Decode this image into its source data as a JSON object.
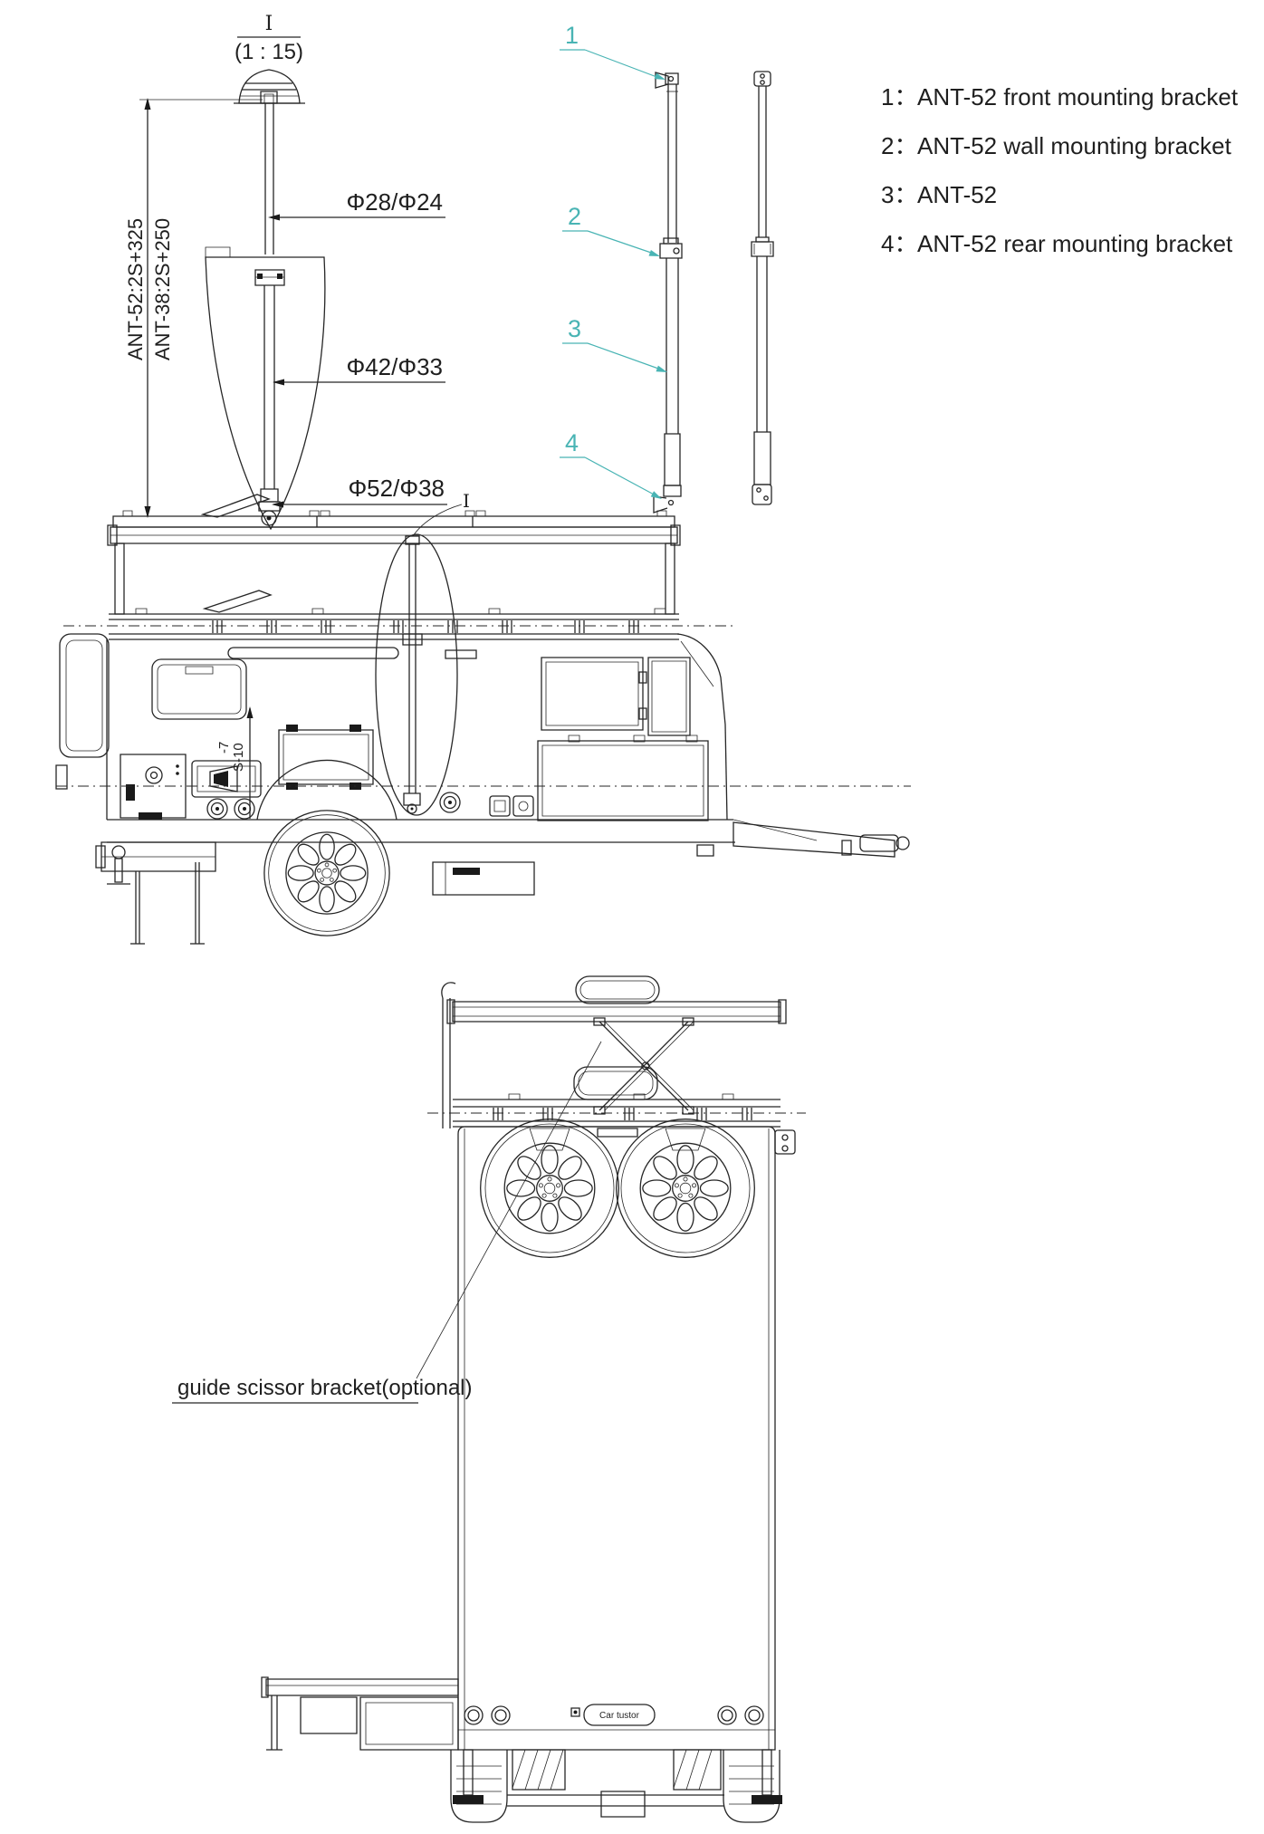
{
  "colors": {
    "line": "#262626",
    "callout_accent": "#49b4b4",
    "background": "#ffffff"
  },
  "detail_view": {
    "section_ref": "I",
    "scale": "(1 : 15)",
    "dim_outer": "ANT-52:2S+325",
    "dim_inner": "ANT-38:2S+250",
    "dia_top": "Φ28/Φ24",
    "dia_mid": "Φ42/Φ33",
    "dia_bottom": "Φ52/Φ38"
  },
  "callouts": {
    "c1": "1",
    "c2": "2",
    "c3": "3",
    "c4": "4"
  },
  "legend": {
    "items": [
      {
        "num": "1：",
        "label": "ANT-52 front mounting bracket"
      },
      {
        "num": "2：",
        "label": "ANT-52 wall mounting bracket"
      },
      {
        "num": "3：",
        "label": "ANT-52"
      },
      {
        "num": "4：",
        "label": "ANT-52 rear mounting bracket"
      }
    ]
  },
  "side_view": {
    "detail_ref": "I",
    "roof_stroke_dim_line1": "-7",
    "roof_stroke_dim_line2": "S-10"
  },
  "rear_view": {
    "scissor_note": "guide scissor bracket(optional)",
    "logo": "Car tustor"
  }
}
